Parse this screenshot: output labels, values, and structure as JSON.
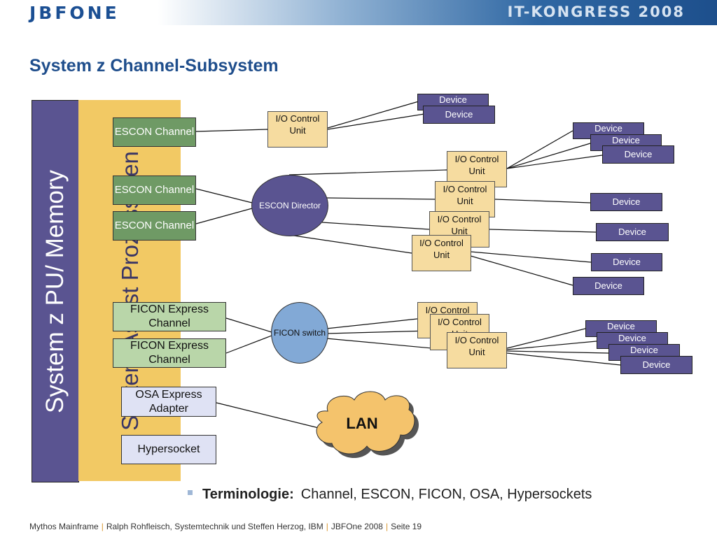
{
  "header": {
    "logo": "JBFONE",
    "congress": "IT-KONGRESS 2008"
  },
  "slide": {
    "title": "System z Channel-Subsystem"
  },
  "bands": {
    "pu_memory": "System z PU/ Memory",
    "sap": "System Assist Prozessoren"
  },
  "channels": {
    "escon1": "ESCON Channel",
    "escon2": "ESCON Channel",
    "escon3": "ESCON Channel",
    "ficon1": "FICON Express Channel",
    "ficon2": "FICON Express Channel",
    "osa": "OSA Express Adapter",
    "hypersocket": "Hypersocket"
  },
  "hubs": {
    "escon_director": "ESCON Director",
    "ficon_switch": "FICON switch"
  },
  "cloud": {
    "label": "LAN"
  },
  "control_unit_label": "I/O Control Unit",
  "device_label": "Device",
  "bullet": {
    "term": "Terminologie:",
    "text": "Channel, ESCON, FICON, OSA, Hypersockets"
  },
  "footer": {
    "part1": "Mythos Mainframe",
    "part2": "Ralph Rohfleisch, Systemtechnik und  Steffen Herzog, IBM",
    "part3": "JBFOne 2008",
    "part4": "Seite 19"
  }
}
